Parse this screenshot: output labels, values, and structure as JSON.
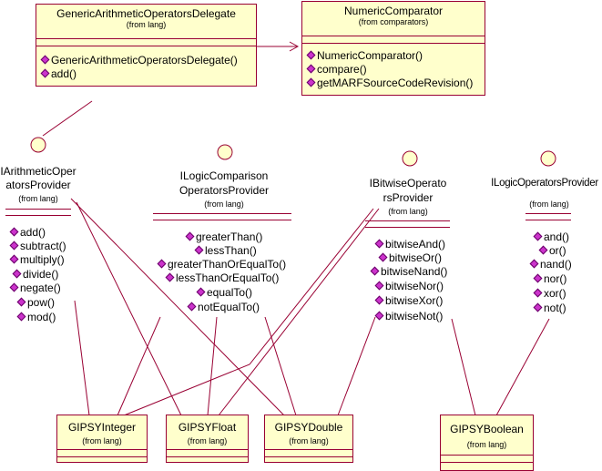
{
  "classes": {
    "delegate": {
      "name": "GenericArithmeticOperatorsDelegate",
      "from": "(from lang)",
      "ops": [
        "GenericArithmeticOperatorsDelegate()",
        "add()"
      ]
    },
    "comparator": {
      "name": "NumericComparator",
      "from": "(from comparators)",
      "ops": [
        "NumericComparator()",
        "compare()",
        "getMARFSourceCodeRevision()"
      ]
    },
    "gipsy_integer": {
      "name": "GIPSYInteger",
      "from": "(from lang)"
    },
    "gipsy_float": {
      "name": "GIPSYFloat",
      "from": "(from lang)"
    },
    "gipsy_double": {
      "name": "GIPSYDouble",
      "from": "(from lang)"
    },
    "gipsy_boolean": {
      "name": "GIPSYBoolean",
      "from": "(from lang)"
    }
  },
  "interfaces": {
    "arithmetic": {
      "name_line1": "IArithmeticOper",
      "name_line2": "atorsProvider",
      "from": "(from lang)",
      "ops": [
        "add()",
        "subtract()",
        "multiply()",
        "divide()",
        "negate()",
        "pow()",
        "mod()"
      ]
    },
    "comparison": {
      "name_line1": "ILogicComparison",
      "name_line2": "OperatorsProvider",
      "from": "(from lang)",
      "ops": [
        "greaterThan()",
        "lessThan()",
        "greaterThanOrEqualTo()",
        "lessThanOrEqualTo()",
        "equalTo()",
        "notEqualTo()"
      ]
    },
    "bitwise": {
      "name_line1": "IBitwiseOperato",
      "name_line2": "rsProvider",
      "from": "(from lang)",
      "ops": [
        "bitwiseAnd()",
        "bitwiseOr()",
        "bitwiseNand()",
        "bitwiseNor()",
        "bitwiseXor()",
        "bitwiseNot()"
      ]
    },
    "logic": {
      "name_line1": "ILogicOperatorsProvider",
      "from": "(from lang)",
      "ops": [
        "and()",
        "or()",
        "nand()",
        "nor()",
        "xor()",
        "not()"
      ]
    }
  },
  "colors": {
    "class_fill": "#ffffcc",
    "border": "#990033",
    "operation_marker": "#cc33cc"
  }
}
